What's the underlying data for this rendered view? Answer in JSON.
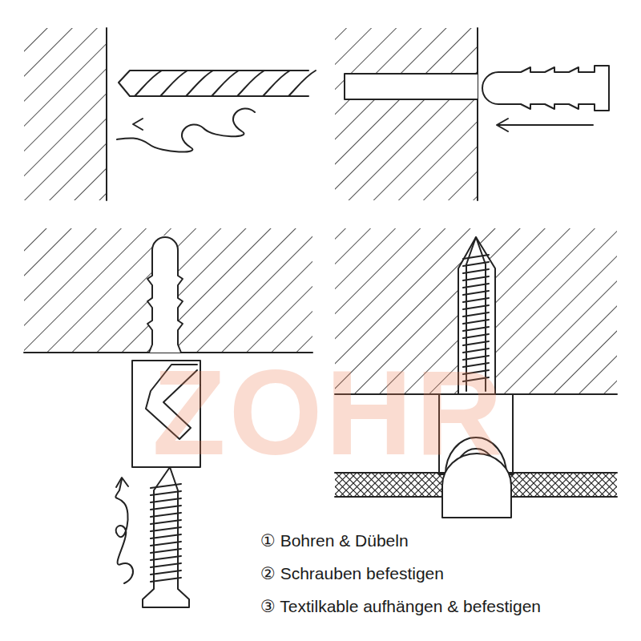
{
  "diagram": {
    "labels": [
      "① Bohren & Dübeln",
      "② Schrauben befestigen",
      "③ Textilkable aufhängen & befestigen",
      "ZOHR"
    ]
  }
}
